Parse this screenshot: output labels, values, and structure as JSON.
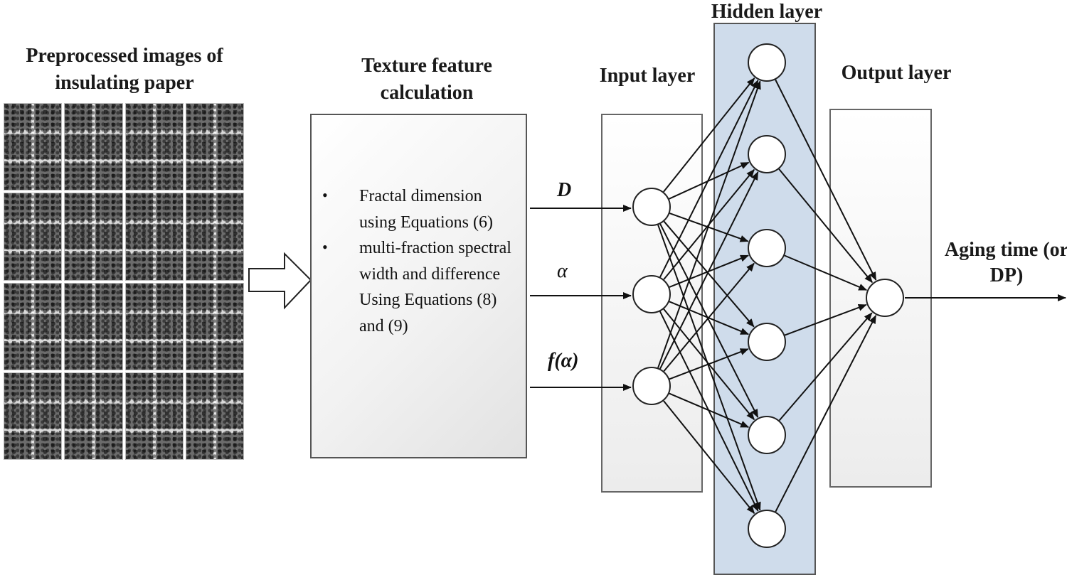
{
  "titles": {
    "images": "Preprocessed images of insulating paper",
    "texture": "Texture feature calculation",
    "input_layer": "Input layer",
    "hidden_layer": "Hidden layer",
    "output_layer": "Output layer",
    "output": "Aging time (or DP)"
  },
  "feature_items": [
    "Fractal dimension using Equations (6)",
    "multi-fraction spectral width and difference Using Equations (8) and (9)"
  ],
  "input_labels": {
    "d": "D",
    "alpha": "α",
    "f_alpha": "f(α)"
  },
  "network": {
    "input_nodes": 3,
    "hidden_nodes": 6,
    "output_nodes": 1
  }
}
